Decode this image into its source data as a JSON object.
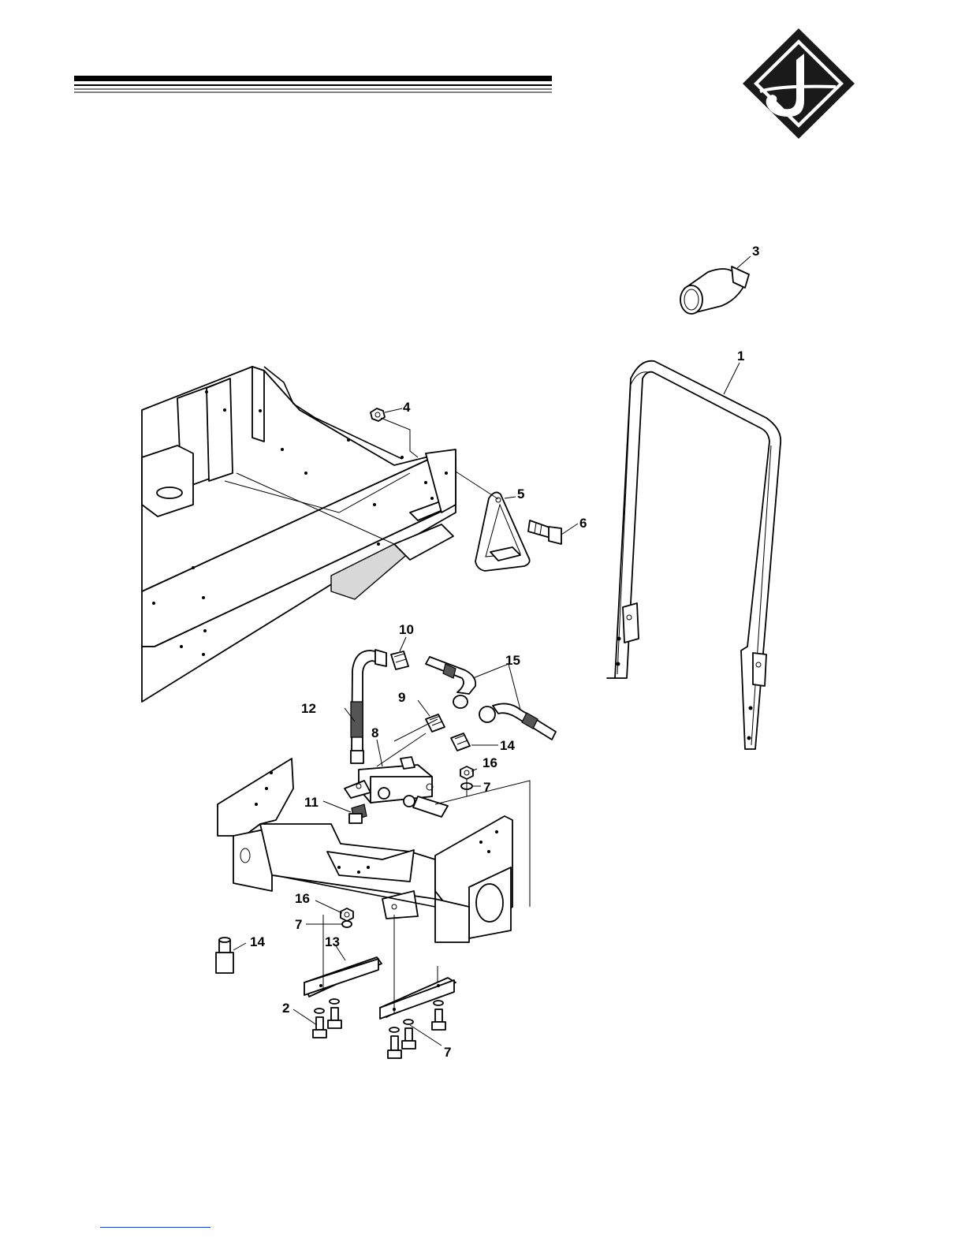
{
  "callouts": [
    {
      "id": "c1",
      "text": "1"
    },
    {
      "id": "c2",
      "text": "2"
    },
    {
      "id": "c3",
      "text": "3"
    },
    {
      "id": "c4",
      "text": "4"
    },
    {
      "id": "c5",
      "text": "5"
    },
    {
      "id": "c6",
      "text": "6"
    },
    {
      "id": "c7a",
      "text": "7"
    },
    {
      "id": "c7b",
      "text": "7"
    },
    {
      "id": "c7c",
      "text": "7"
    },
    {
      "id": "c8",
      "text": "8"
    },
    {
      "id": "c9",
      "text": "9"
    },
    {
      "id": "c10",
      "text": "10"
    },
    {
      "id": "c11",
      "text": "11"
    },
    {
      "id": "c12",
      "text": "12"
    },
    {
      "id": "c13",
      "text": "13"
    },
    {
      "id": "c14a",
      "text": "14"
    },
    {
      "id": "c14b",
      "text": "14"
    },
    {
      "id": "c15",
      "text": "15"
    },
    {
      "id": "c16a",
      "text": "16"
    },
    {
      "id": "c16b",
      "text": "16"
    }
  ],
  "logo": {
    "name": "brand-diamond-logo",
    "letter": "J",
    "colors": {
      "outer": "#1a1a1a",
      "inner": "#ffffff"
    }
  },
  "colors": {
    "line": "#000000",
    "footer_link": "#1a3fcf"
  }
}
